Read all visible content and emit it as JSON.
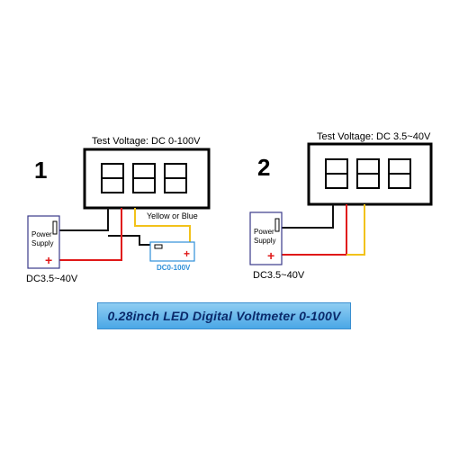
{
  "diagram1": {
    "number": "1",
    "title": "Test Voltage: DC 0-100V",
    "power_supply": "Power\nSupply",
    "power_supply_line1": "Power",
    "power_supply_line2": "Supply",
    "minus": "−",
    "plus": "+",
    "supply_range": "DC3.5~40V",
    "wire_label": "Yellow or Blue",
    "load_label": "DC0-100V",
    "load_minus": "−",
    "load_plus": "+"
  },
  "diagram2": {
    "number": "2",
    "title": "Test Voltage: DC 3.5~40V",
    "power_supply_line1": "Power",
    "power_supply_line2": "Supply",
    "minus": "−",
    "plus": "+",
    "supply_range": "DC3.5~40V"
  },
  "banner": {
    "text": "0.28inch LED Digital Voltmeter 0-100V"
  },
  "colors": {
    "red_wire": "#e01818",
    "yellow_wire": "#f2c21a",
    "black_wire": "#111111",
    "power_box": "#3a3a8a",
    "load_box": "#2f8fd8",
    "banner_text": "#0b2a6b"
  }
}
